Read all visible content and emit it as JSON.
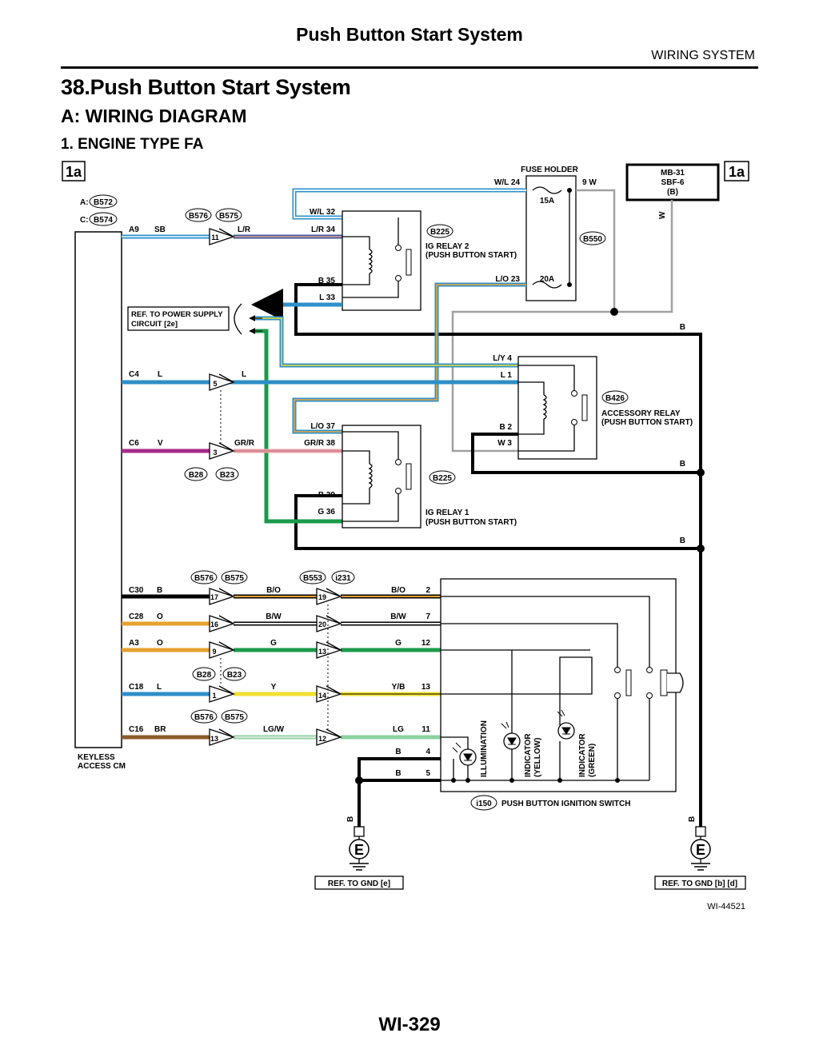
{
  "header": {
    "page_title": "Push Button Start System",
    "section": "WIRING SYSTEM",
    "chapter": "38.Push Button Start System",
    "subsection": "A:  WIRING DIAGRAM",
    "item": "1.  ENGINE TYPE FA"
  },
  "diagram": {
    "sheet_tag": "1a",
    "figure_id": "WI-44521",
    "fuse_holder": {
      "label": "FUSE HOLDER",
      "fuse_15": "15A",
      "fuse_20": "20A",
      "connector": "B550"
    },
    "mb31": {
      "l1": "MB-31",
      "l2": "SBF-6",
      "l3": "(B)"
    },
    "keyless": {
      "l1": "KEYLESS",
      "l2": "ACCESS CM",
      "prefix_a": "A:",
      "prefix_c": "C:",
      "conn_a": "B572",
      "conn_c": "B574"
    },
    "ig_relay2": {
      "conn": "B225",
      "l1": "IG RELAY 2",
      "l2": "(PUSH BUTTON START)"
    },
    "ig_relay1": {
      "conn": "B225",
      "l1": "IG RELAY 1",
      "l2": "(PUSH BUTTON START)"
    },
    "acc_relay": {
      "conn": "B426",
      "l1": "ACCESSORY RELAY",
      "l2": "(PUSH BUTTON START)"
    },
    "ref_power": {
      "l1": "REF. TO POWER SUPPLY",
      "l2": "CIRCUIT [2e]"
    },
    "ref_gnd_left": "REF. TO GND [e]",
    "ref_gnd_right": "REF. TO GND [b] [d]",
    "ground_symbol": "E",
    "switch": {
      "conn": "i150",
      "label": "PUSH BUTTON IGNITION SWITCH",
      "illum": "ILLUMINATION",
      "ind_y1": "INDICATOR",
      "ind_y2": "(YELLOW)",
      "ind_g1": "INDICATOR",
      "ind_g2": "(GREEN)"
    },
    "conn_labels": {
      "b576": "B576",
      "b575": "B575",
      "b28": "B28",
      "b23": "B23",
      "b553": "B553",
      "i231": "i231"
    },
    "pins": {
      "a9": "A9",
      "sb": "SB",
      "p11": "11",
      "lr": "L/R",
      "lr34": "L/R  34",
      "wl32": "W/L  32",
      "wl24": "W/L  24",
      "w9": "9   W",
      "b35": "B   35",
      "l33": "L   33",
      "lo23": "L/O  23",
      "w_v": "W",
      "ly4": "L/Y   4",
      "l1": "L   1",
      "b2": "B   2",
      "w3": "W   3",
      "b_bus": "B",
      "c4": "C4",
      "l": "L",
      "p5": "5",
      "c6": "C6",
      "v": "V",
      "grr": "GR/R",
      "p3": "3",
      "lo37": "L/O  37",
      "grr38": "GR/R  38",
      "b39": "B   39",
      "g36": "G   36",
      "c30": "C30",
      "c28": "C28",
      "a3": "A3",
      "c18": "C18",
      "c16": "C16",
      "o": "O",
      "br": "BR",
      "p17": "17",
      "p16": "16",
      "p9": "9",
      "p1": "1",
      "p13": "13",
      "bo": "B/O",
      "bw": "B/W",
      "g": "G",
      "y": "Y",
      "lgw": "LG/W",
      "p19": "19",
      "p20": "20",
      "p13b": "13",
      "p14": "14",
      "p12": "12",
      "bo2": "B/O",
      "bw7": "B/W",
      "g12": "G",
      "yb13": "Y/B",
      "lg11": "LG",
      "n2": "2",
      "n7": "7",
      "n12": "12",
      "n13": "13",
      "n11": "11",
      "b4": "B",
      "n4": "4",
      "b5": "B",
      "n5": "5"
    }
  },
  "footer": {
    "page_number": "WI-329"
  },
  "colors": {
    "blue": "#2e8fc8",
    "light_blue": "#9fd3ee",
    "dark_blue": "#3d5a8c",
    "green": "#1a9a4a",
    "light_green": "#8dd1a0",
    "purple": "#a62a8a",
    "pink": "#e8a0a6",
    "orange": "#e8a030",
    "yellow": "#f0e030",
    "brown": "#8a5a2a",
    "gray": "#a0a0a0",
    "black": "#000000"
  }
}
